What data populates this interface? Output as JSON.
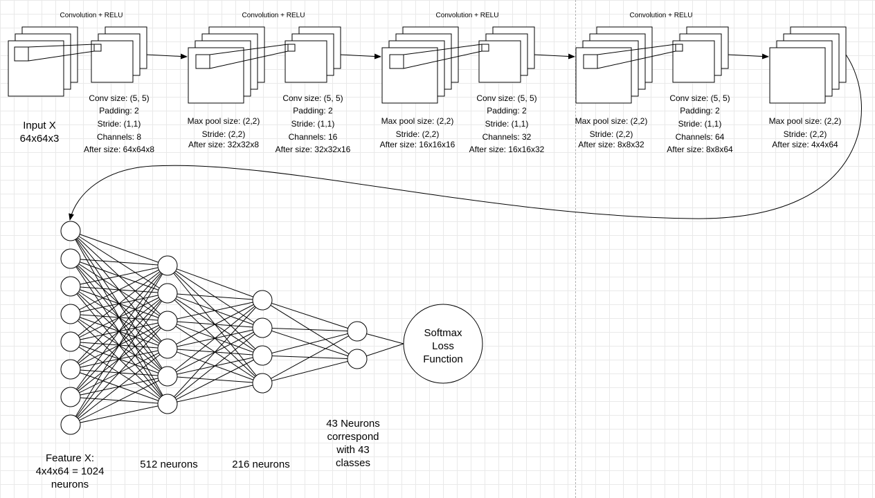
{
  "stages": [
    {
      "title": "Convolution + RELU"
    },
    {
      "title": "Convolution + RELU"
    },
    {
      "title": "Convolution + RELU"
    },
    {
      "title": "Convolution + RELU"
    }
  ],
  "input": {
    "line1": "Input X",
    "line2": "64x64x3"
  },
  "conv_blocks": [
    {
      "lines": [
        "Conv size: (5, 5)",
        "Padding: 2",
        "Stride: (1,1)",
        "Channels: 8",
        "After size: 64x64x8"
      ]
    },
    {
      "lines": [
        "Conv size: (5, 5)",
        "Padding: 2",
        "Stride: (1,1)",
        "Channels: 16",
        "After size: 32x32x16"
      ]
    },
    {
      "lines": [
        "Conv size: (5, 5)",
        "Padding: 2",
        "Stride: (1,1)",
        "Channels: 32",
        "After size: 16x16x32"
      ]
    },
    {
      "lines": [
        "Conv size: (5, 5)",
        "Padding: 2",
        "Stride: (1,1)",
        "Channels: 64",
        "After size: 8x8x64"
      ]
    }
  ],
  "pool_blocks": [
    {
      "lines": [
        "Max pool size: (2,2)",
        "Stride: (2,2)",
        "After size: 32x32x8"
      ]
    },
    {
      "lines": [
        "Max pool size: (2,2)",
        "Stride: (2,2)",
        "After size: 16x16x16"
      ]
    },
    {
      "lines": [
        "Max pool size: (2,2)",
        "Stride: (2,2)",
        "After size: 8x8x32"
      ]
    },
    {
      "lines": [
        "Max pool size: (2,2)",
        "Stride: (2,2)",
        "After size: 4x4x64"
      ]
    }
  ],
  "layers": [
    {
      "label_lines": [
        "Feature X:",
        "4x4x64 = 1024",
        "neurons"
      ],
      "neuron_count_drawn": 8
    },
    {
      "label_lines": [
        "512 neurons"
      ],
      "neuron_count_drawn": 6
    },
    {
      "label_lines": [
        "216 neurons"
      ],
      "neuron_count_drawn": 4
    },
    {
      "label_lines": [
        "43 Neurons",
        "correspond",
        "with 43",
        "classes"
      ],
      "neuron_count_drawn": 2
    }
  ],
  "softmax": {
    "lines": [
      "Softmax",
      "Loss",
      "Function"
    ]
  },
  "colors": {
    "stroke": "#000000",
    "divider": "#b0b0b0",
    "grid": "#e9e9e9",
    "fill": "#ffffff"
  }
}
